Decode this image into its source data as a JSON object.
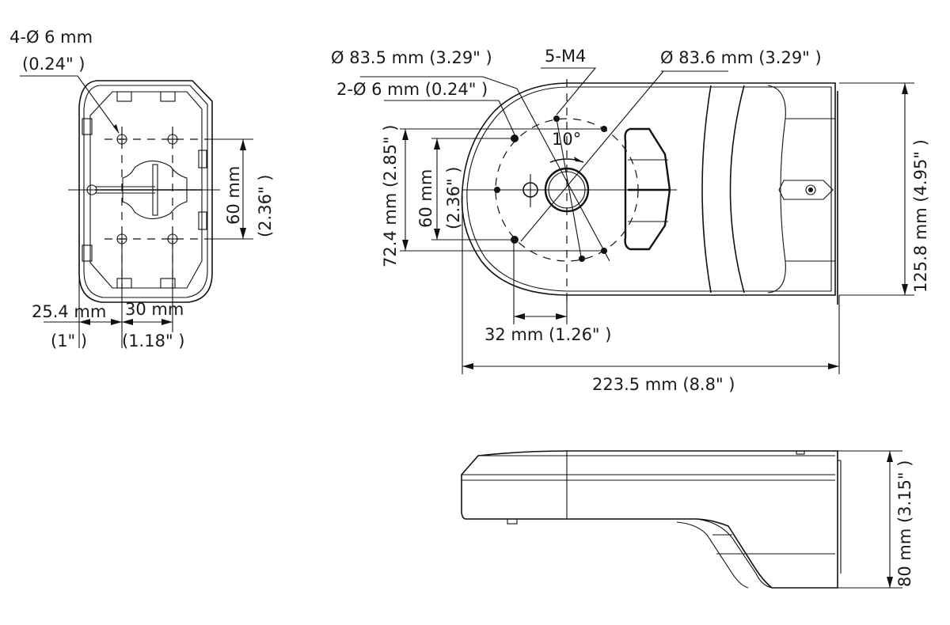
{
  "drawing": {
    "title": "Wall mount bracket dimension drawing",
    "line_color": "#111111",
    "background": "#ffffff"
  },
  "left_view": {
    "hole_label": "4-Ø 6 mm",
    "hole_label_in": "(0.24\" )",
    "vertical_dim": "60 mm",
    "vertical_dim_in": "(2.36\" )",
    "horizontal_dim_a": "25.4 mm",
    "horizontal_dim_a_in": "(1\" )",
    "horizontal_dim_b": "30 mm",
    "horizontal_dim_b_in": "(1.18\" )"
  },
  "top_view": {
    "circle_a": "Ø 83.5 mm (3.29\" )",
    "holes_2": "2-Ø 6 mm (0.24\" )",
    "screws": "5-M4",
    "circle_b": "Ø 83.6 mm (3.29\" )",
    "angle": "10°",
    "height_outer": "72.4 mm (2.85\" )",
    "height_inner": "60 mm",
    "height_inner_in": "(2.36\" )",
    "offset": "32 mm (1.26\" )",
    "total_length": "223.5 mm (8.8\" )",
    "total_height": "125.8 mm (4.95\" )"
  },
  "side_view": {
    "height": "80 mm (3.15\" )"
  }
}
